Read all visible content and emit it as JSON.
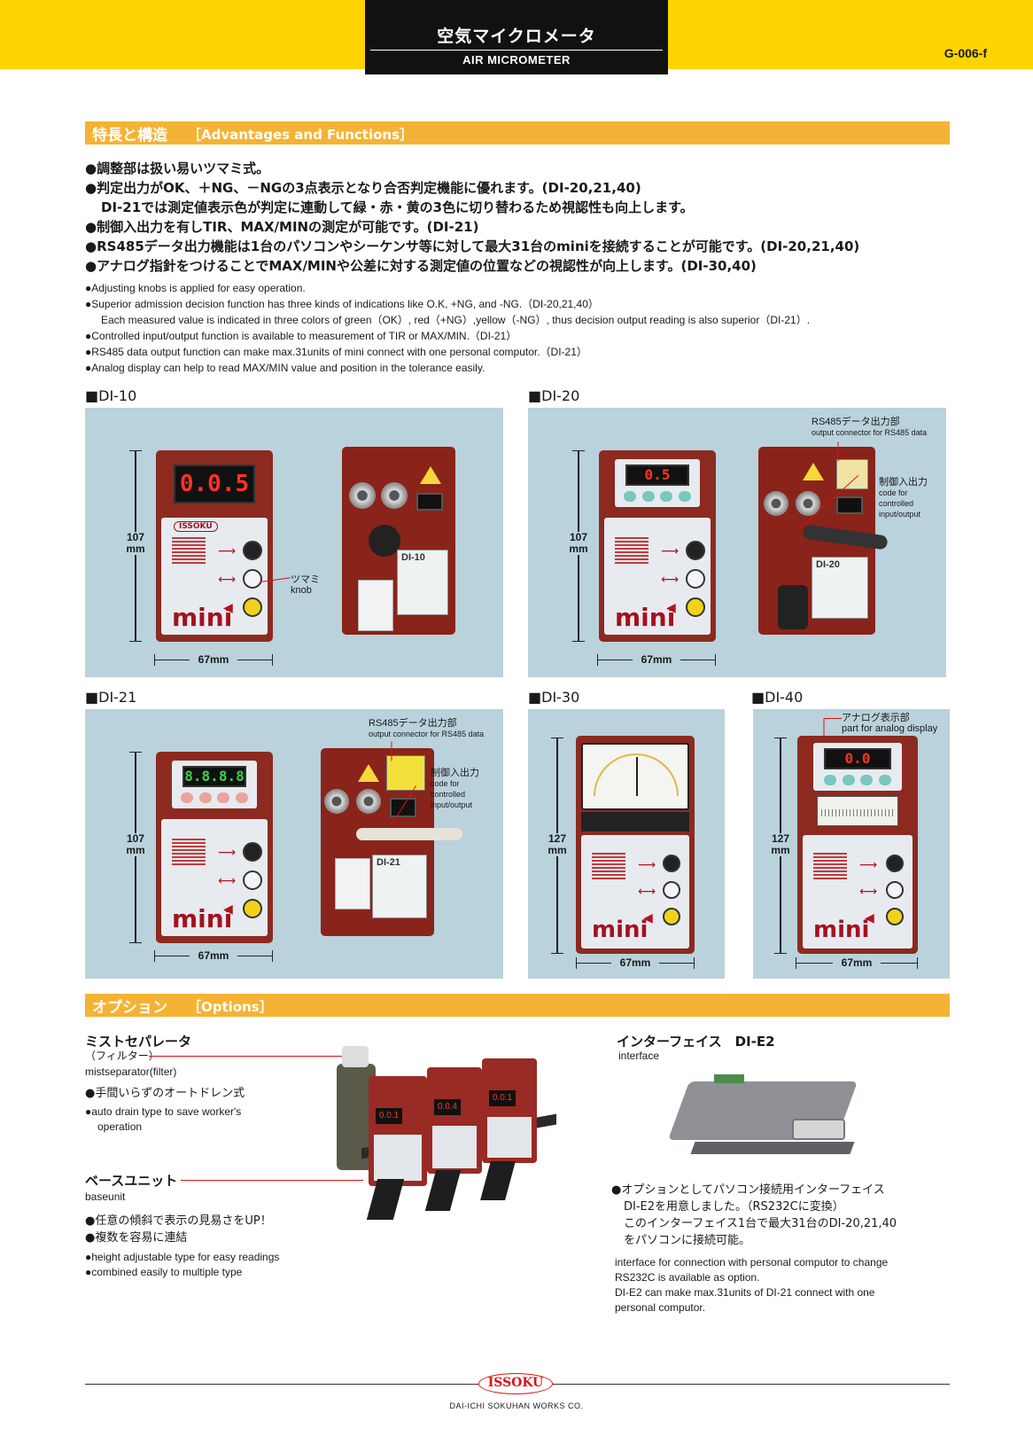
{
  "header": {
    "title_jp": "空気マイクロメータ",
    "title_en": "AIR MICROMETER",
    "page_code": "G-006-f"
  },
  "advantages": {
    "title_jp": "特長と構造",
    "title_en": "［Advantages and Functions］",
    "jp_items": [
      "●調整部は扱い易いツマミ式。",
      "●判定出力がOK、＋NG、－NGの3点表示となり合否判定機能に優れます。(DI-20,21,40)",
      "DI-21では測定値表示色が判定に連動して緑・赤・黄の3色に切り替わるため視認性も向上します。",
      "●制御入出力を有しTIR、MAX/MINの測定が可能です。(DI-21)",
      "●RS485データ出力機能は1台のパソコンやシーケンサ等に対して最大31台のminiを接続することが可能です。(DI-20,21,40)",
      "●アナログ指針をつけることでMAX/MINや公差に対する測定値の位置などの視認性が向上します。(DI-30,40)"
    ],
    "en_items": [
      "●Adjusting knobs is applied for easy operation.",
      "●Superior admission decision function has three kinds of indications like O.K, +NG, and -NG.（DI-20,21,40）",
      "Each measured value is indicated in three colors of green（OK）, red（+NG）,yellow（-NG）, thus decision output reading is also superior（DI-21）.",
      "●Controlled input/output function is available to measurement of TIR or MAX/MIN.（DI-21）",
      "●RS485 data output function can make max.31units of mini connect with one personal computor.（DI-21）",
      "●Analog display can help to read MAX/MIN value and position in the tolerance easily."
    ]
  },
  "models": {
    "di10": {
      "label": "■DI-10",
      "display": "0.0.5",
      "plate": "DI-10",
      "brand": "mini",
      "badge": "ISSOKU",
      "height": "107",
      "height_unit": "mm",
      "width": "67mm",
      "knob_jp": "ツマミ",
      "knob_en": "knob"
    },
    "di20": {
      "label": "■DI-20",
      "display": "0.5",
      "plate": "DI-20",
      "brand": "mini",
      "height": "107",
      "height_unit": "mm",
      "width": "67mm",
      "rs485_jp": "RS485データ出力部",
      "rs485_en": "output connector for RS485 data",
      "ctrl_jp": "制御入出力",
      "ctrl_en1": "code for",
      "ctrl_en2": "controlled",
      "ctrl_en3": "input/output"
    },
    "di21": {
      "label": "■DI-21",
      "display": "8.8.8.8",
      "plate": "DI-21",
      "brand": "mini",
      "height": "107",
      "height_unit": "mm",
      "width": "67mm",
      "rs485_jp": "RS485データ出力部",
      "rs485_en": "output connector for RS485 data",
      "ctrl_jp": "制御入出力",
      "ctrl_en1": "code for",
      "ctrl_en2": "controlled",
      "ctrl_en3": "input/output"
    },
    "di30": {
      "label": "■DI-30",
      "brand": "mini",
      "height": "127",
      "height_unit": "mm",
      "width": "67mm"
    },
    "di40": {
      "label": "■DI-40",
      "display": "0.0",
      "brand": "mini",
      "height": "127",
      "height_unit": "mm",
      "width": "67mm",
      "analog_jp": "アナログ表示部",
      "analog_en": "part for analog display"
    }
  },
  "options": {
    "title_jp": "オプション",
    "title_en": "［Options］",
    "mist": {
      "title": "ミストセパレータ",
      "sub_jp": "（フィルター）",
      "sub_en": "mistseparator(filter)",
      "feature_jp": "●手間いらずのオートドレン式",
      "feature_en1": "●auto drain type to save worker's",
      "feature_en2": "operation"
    },
    "base": {
      "title": "ベースユニット",
      "sub_en": "baseunit",
      "feature_jp1": "●任意の傾斜で表示の見易さをUP！",
      "feature_jp2": "●複数を容易に連結",
      "feature_en1": "●height adjustable type for easy readings",
      "feature_en2": "●combined easily to multiple type"
    },
    "interface": {
      "title": "インターフェイス　DI-E2",
      "sub_en": "interface",
      "jp1": "●オプションとしてパソコン接続用インターフェイス",
      "jp2": "DI-E2を用意しました。（RS232Cに変換）",
      "jp3": "このインターフェイス1台で最大31台のDI-20,21,40",
      "jp4": "をパソコンに接続可能。",
      "en1": "interface for connection with personal computor  to change",
      "en2": "RS232C is available as option.",
      "en3": "DI-E2 can make max.31units of DI-21 connect with one",
      "en4": "personal computor."
    }
  },
  "footer": {
    "logo": "ISSOKU",
    "company": "DAI-ICHI SOKUHAN WORKS CO."
  },
  "colors": {
    "yellow": "#ffd400",
    "orange": "#f5b335",
    "panel": "#b9d2dc",
    "device_red": "#8c2a20"
  }
}
